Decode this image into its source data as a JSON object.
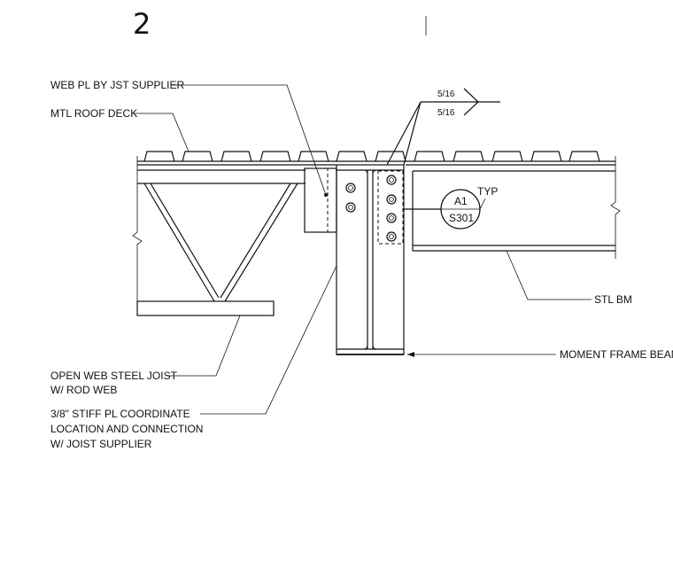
{
  "detail": {
    "number": "2"
  },
  "labels": {
    "web_pl": "WEB PL BY JST SUPPLIER",
    "mtl_roof_deck": "MTL ROOF DECK",
    "open_web_joist_line1": "OPEN WEB STEEL JOIST",
    "open_web_joist_line2": "W/ ROD WEB",
    "stiff_pl_line1": "3/8\" STIFF PL COORDINATE",
    "stiff_pl_line2": "LOCATION AND CONNECTION",
    "stiff_pl_line3": "W/ JOIST SUPPLIER",
    "stl_bm": "STL BM",
    "moment_frame_beam": "MOMENT FRAME BEAM",
    "typ": "TYP"
  },
  "weld": {
    "size_top": "5/16",
    "size_bottom": "5/16"
  },
  "reference": {
    "detail_id": "A1",
    "sheet": "S301"
  }
}
